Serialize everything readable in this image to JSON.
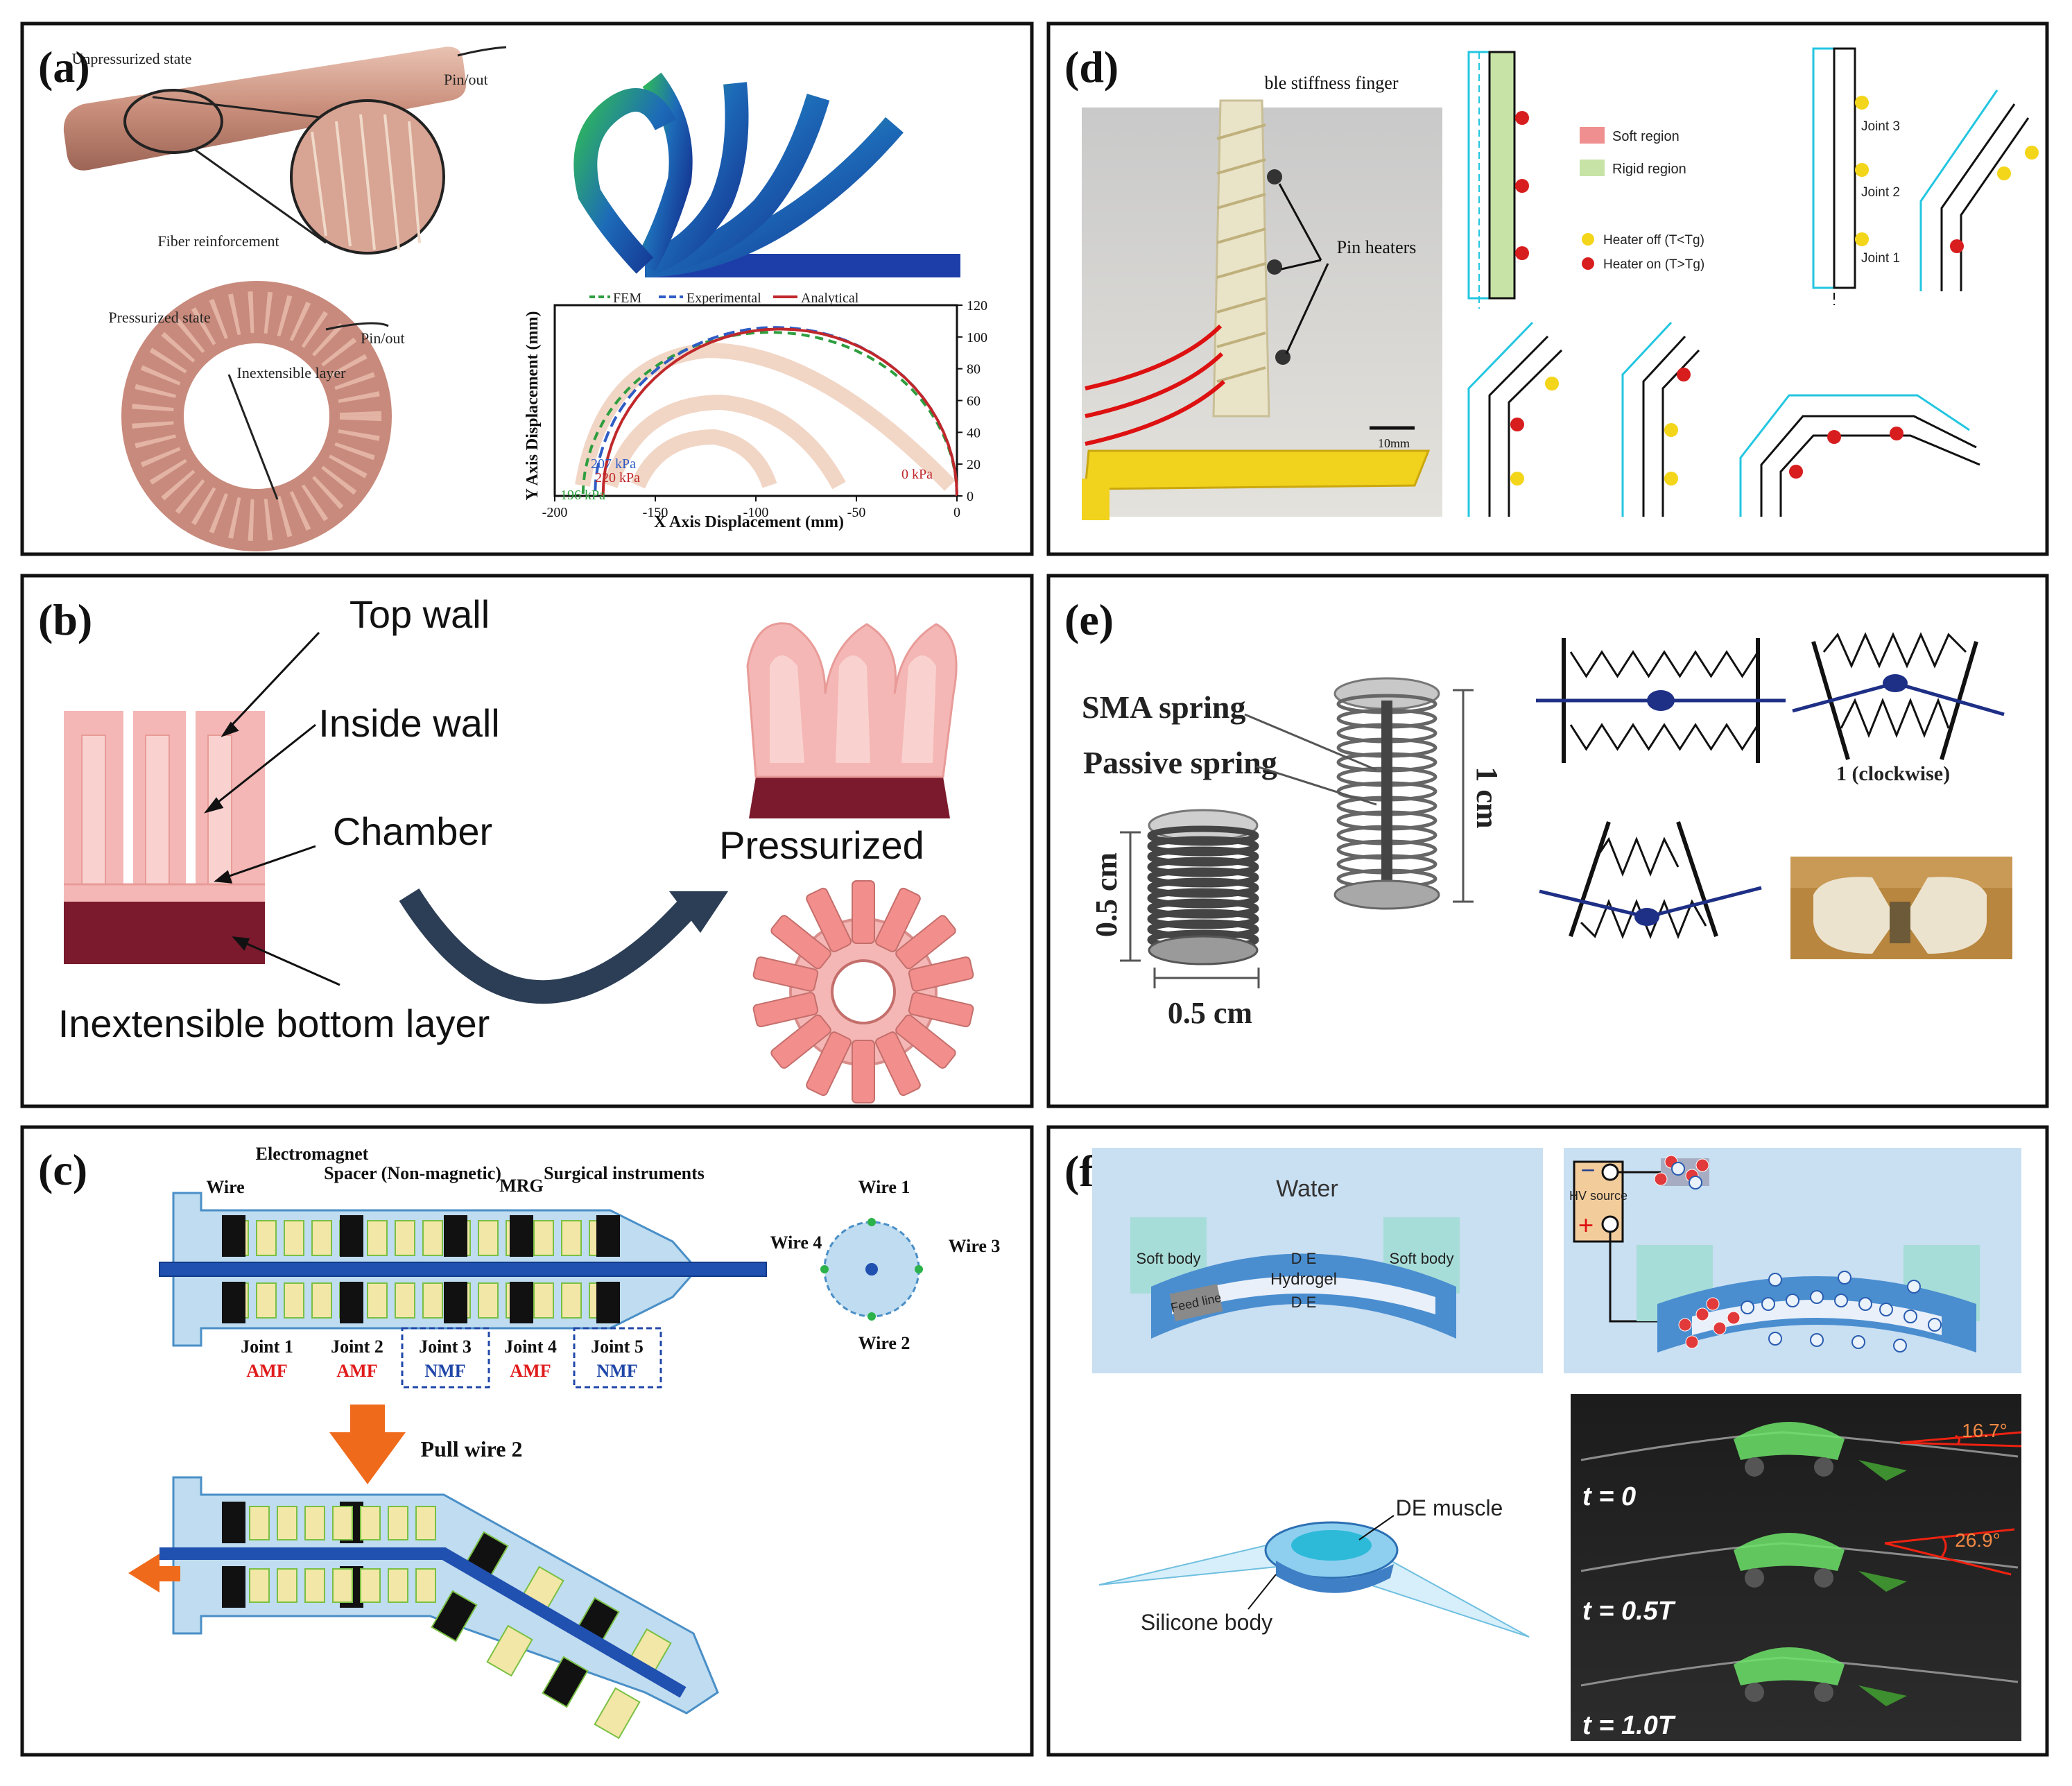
{
  "panel_a": {
    "label": "(a)",
    "unpressurized_state": "Unpressurized state",
    "pin_out_top": "Pin/out",
    "fiber_reinforcement": "Fiber reinforcement",
    "pressurized_state": "Pressurized state",
    "pin_out_bottom": "Pin/out",
    "inextensible_layer": "Inextensible layer",
    "legend": {
      "fem": "FEM",
      "experimental": "Experimental",
      "analytical": "Analytical"
    },
    "xlabel": "X Axis Displacement (mm)",
    "ylabel": "Y Axis Displacement (mm)",
    "x_ticks": [
      "-200",
      "-150",
      "-100",
      "-50",
      "0"
    ],
    "y_ticks": [
      "0",
      "20",
      "40",
      "60",
      "80",
      "100",
      "120"
    ],
    "pressures": {
      "p207": "207 kPa",
      "p220": "220 kPa",
      "p196": "196 kPa",
      "p0": "0 kPa"
    },
    "colors": {
      "fem": "#2e9e3f",
      "experimental": "#2f5cc4",
      "analytical": "#c0282b"
    }
  },
  "panel_b": {
    "label": "(b)",
    "top_wall": "Top wall",
    "inside_wall": "Inside wall",
    "chamber": "Chamber",
    "bottom_layer": "Inextensible bottom layer",
    "pressurized": "Pressurized",
    "colors": {
      "pink": "#f4b7b5",
      "dark": "#7a1a2c"
    }
  },
  "panel_c": {
    "label": "(c)",
    "wire": "Wire",
    "electromagnet": "Electromagnet",
    "spacer": "Spacer (Non-magnetic)",
    "mrg": "MRG",
    "surgical": "Surgical instruments",
    "wires": [
      "Wire 1",
      "Wire 2",
      "Wire 3",
      "Wire 4"
    ],
    "joints": [
      {
        "name": "Joint 1",
        "mode": "AMF"
      },
      {
        "name": "Joint 2",
        "mode": "AMF"
      },
      {
        "name": "Joint 3",
        "mode": "NMF"
      },
      {
        "name": "Joint 4",
        "mode": "AMF"
      },
      {
        "name": "Joint 5",
        "mode": "NMF"
      }
    ],
    "pull_wire": "Pull wire 2",
    "colors": {
      "amf": "#e01b1b",
      "nmf": "#2047a8",
      "arrow": "#f06a1b"
    }
  },
  "panel_d": {
    "label": "(d)",
    "finger_title": "ble stiffness finger",
    "pin_heaters": "Pin heaters",
    "scale": "10mm",
    "soft_region": "Soft region",
    "rigid_region": "Rigid region",
    "heater_off": "Heater off (T<Tg)",
    "heater_on": "Heater on (T>Tg)",
    "joints": [
      "Joint 3",
      "Joint 2",
      "Joint 1"
    ]
  },
  "panel_e": {
    "label": "(e)",
    "sma_spring": "SMA spring",
    "passive_spring": "Passive spring",
    "height_1cm": "1 cm",
    "height_05": "0.5 cm",
    "width_05": "0.5 cm",
    "clockwise": "1 (clockwise)"
  },
  "panel_f": {
    "label": "(f)",
    "water": "Water",
    "soft_body_left": "Soft body",
    "soft_body_right": "Soft body",
    "de_top": "D E",
    "hydrogel": "Hydrogel",
    "de_bottom": "D E",
    "feed_line": "Feed line",
    "hv_source": "HV source",
    "de_muscle": "DE muscle",
    "silicone_body": "Silicone body",
    "angle1": "16.7°",
    "angle2": "26.9°",
    "t0": "t = 0",
    "t1": "t = 0.5T",
    "t2": "t = 1.0T"
  }
}
